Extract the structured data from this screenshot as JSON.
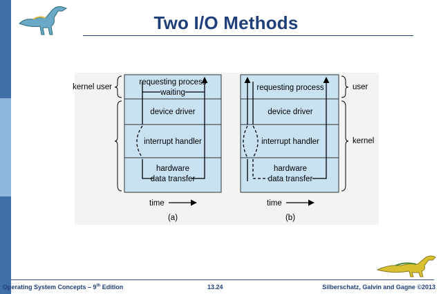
{
  "slide": {
    "title": "Two I/O Methods",
    "footer_left": "Operating System Concepts – 9",
    "footer_left_sup": "th",
    "footer_left_end": " Edition",
    "footer_center": "13.24",
    "footer_right": "Silberschatz, Galvin and Gagne ©2013"
  },
  "diagram_a": {
    "side_label": "kernel user",
    "layers": [
      "requesting process",
      "device driver",
      "interrupt handler",
      "hardware"
    ],
    "waiting": "waiting",
    "data_transfer": "data transfer",
    "time": "time",
    "caption": "(a)"
  },
  "diagram_b": {
    "label_user": "user",
    "label_kernel": "kernel",
    "layers": [
      "requesting process",
      "device driver",
      "interrupt handler",
      "hardware"
    ],
    "data_transfer": "data transfer",
    "time": "time",
    "caption": "(b)"
  },
  "colors": {
    "box_fill": "#c9e2f2",
    "title": "#1f3f7a",
    "accent": "#3f6fa6"
  }
}
